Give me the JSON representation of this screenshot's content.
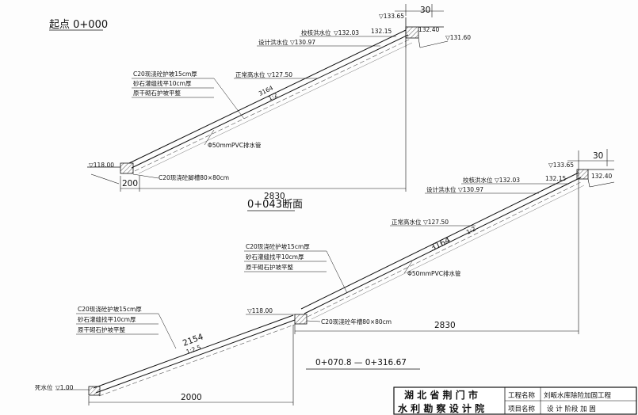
{
  "section1": {
    "title": "起点 0+000",
    "levels": {
      "crest": "▽133.65",
      "check_flood": "校核洪水位",
      "check_flood_val": "▽132.03",
      "v132_15": "132.15",
      "v132_40": "132.40",
      "v131_60": "▽131.60",
      "design_flood": "设计洪水位",
      "design_flood_val": "▽130.97",
      "normal_level": "正常高水位",
      "normal_level_val": "▽127.50",
      "toe_level": "▽118.00"
    },
    "width_top": "30",
    "slope_len": "3164",
    "slope_ratio": "1:2",
    "layers": [
      "C20现浇砼护坡15cm厚",
      "砂石灌缝找平10cm厚",
      "原干砌石护坡平整"
    ],
    "drain": "Φ50mmPVC排水管",
    "toe_trench": "C20现浇砼脚槽80×80cm",
    "dim_200": "200",
    "dim_2830": "2830"
  },
  "section2": {
    "title": "0+043断面",
    "levels": {
      "crest": "▽133.65",
      "check_flood": "校核洪水位",
      "check_flood_val": "▽132.03",
      "v132_15": "132.15",
      "v132_40": "132.40",
      "design_flood": "设计洪水位",
      "design_flood_val": "▽130.97",
      "normal_level": "正常高水位",
      "normal_level_val": "▽127.50",
      "berm_level": "▽118.00",
      "dead_level": "死水位",
      "dead_level_val": "▽1.00"
    },
    "width_top": "30",
    "slope_len_upper": "3164",
    "slope_ratio_upper": "1:2",
    "upper_layers": [
      "C20现浇砼护坡15cm厚",
      "砂石灌缝找平10cm厚",
      "原干砌石护坡平整"
    ],
    "drain": "Φ50mmPVC排水管",
    "toe_trench": "C20现浇砼年槽80×80cm",
    "dim_2830": "2830",
    "lower_layers": [
      "C20现浇砼护坡15cm厚",
      "砂石灌缝找平10cm厚",
      "原干砌石护坡平整"
    ],
    "slope_len_lower": "2154",
    "slope_ratio_lower": "1:2.5",
    "dim_2000": "2000",
    "range_title": "0+070.8 — 0+316.67"
  },
  "title_block": {
    "org_line1": "湖 北 省 荆 门 市",
    "org_line2": "水 利 勘 察 设 计 院",
    "project_label": "工程名称",
    "project_name": "刘畈水库除险加固工程",
    "item_label": "项目名称",
    "item_name": "设 计 阶段 加 固"
  }
}
